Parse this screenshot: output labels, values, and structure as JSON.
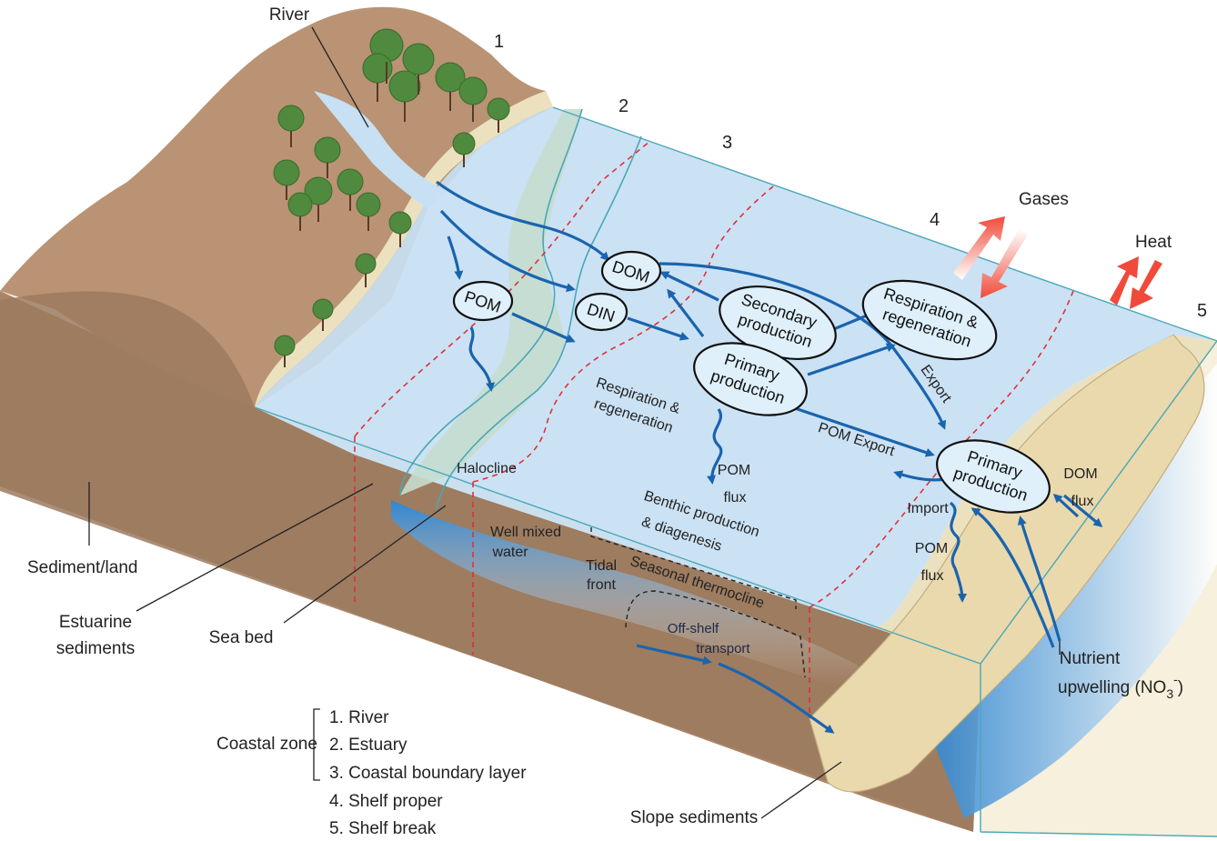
{
  "labels": {
    "river": "River",
    "sediment_land": "Sediment/land",
    "estuarine_sediments_1": "Estuarine",
    "estuarine_sediments_2": "sediments",
    "sea_bed": "Sea bed",
    "slope_sediments": "Slope sediments",
    "halocline": "Halocline",
    "well_mixed_1": "Well mixed",
    "well_mixed_2": "water",
    "tidal_front_1": "Tidal",
    "tidal_front_2": "front",
    "seasonal_thermocline": "Seasonal thermocline",
    "off_shelf_1": "Off-shelf",
    "off_shelf_2": "transport",
    "resp_regen_low_1": "Respiration &",
    "resp_regen_low_2": "regeneration",
    "pom_flux_mid_1": "POM",
    "pom_flux_mid_2": "flux",
    "benthic_1": "Benthic production",
    "benthic_2": "& diagenesis",
    "pom_export": "POM Export",
    "export": "Export",
    "import": "Import",
    "pom_flux_right_1": "POM",
    "pom_flux_right_2": "flux",
    "dom_flux_1": "DOM",
    "dom_flux_2": "flux",
    "nutrient_1": "Nutrient",
    "nutrient_2": "upwelling (NO",
    "nutrient_sub": "3",
    "nutrient_sup": "-",
    "nutrient_close": ")",
    "gases": "Gases",
    "heat": "Heat"
  },
  "zone_numbers": [
    "1",
    "2",
    "3",
    "4",
    "5"
  ],
  "nodes": {
    "pom": "POM",
    "dom": "DOM",
    "din": "DIN",
    "secondary_1": "Secondary",
    "secondary_2": "production",
    "primary_1": "Primary",
    "primary_2": "production",
    "resp_regen_1": "Respiration &",
    "resp_regen_2": "regeneration",
    "primary_shelf_1": "Primary",
    "primary_shelf_2": "production"
  },
  "legend": {
    "group_label": "Coastal zone",
    "items": [
      "1. River",
      "2. Estuary",
      "3. Coastal boundary layer",
      "4. Shelf proper",
      "5. Shelf break"
    ]
  },
  "colors": {
    "water": "#c7e0f3",
    "land": "#b99373",
    "land_dark": "#9c7a5f",
    "sand": "#ece1bf",
    "deep_blue": "#2f86d1",
    "estuary_green": "#c5ddcf",
    "arrow": "#1a64ae",
    "zone_line": "#e0303a",
    "tree": "#4f8a3e"
  }
}
